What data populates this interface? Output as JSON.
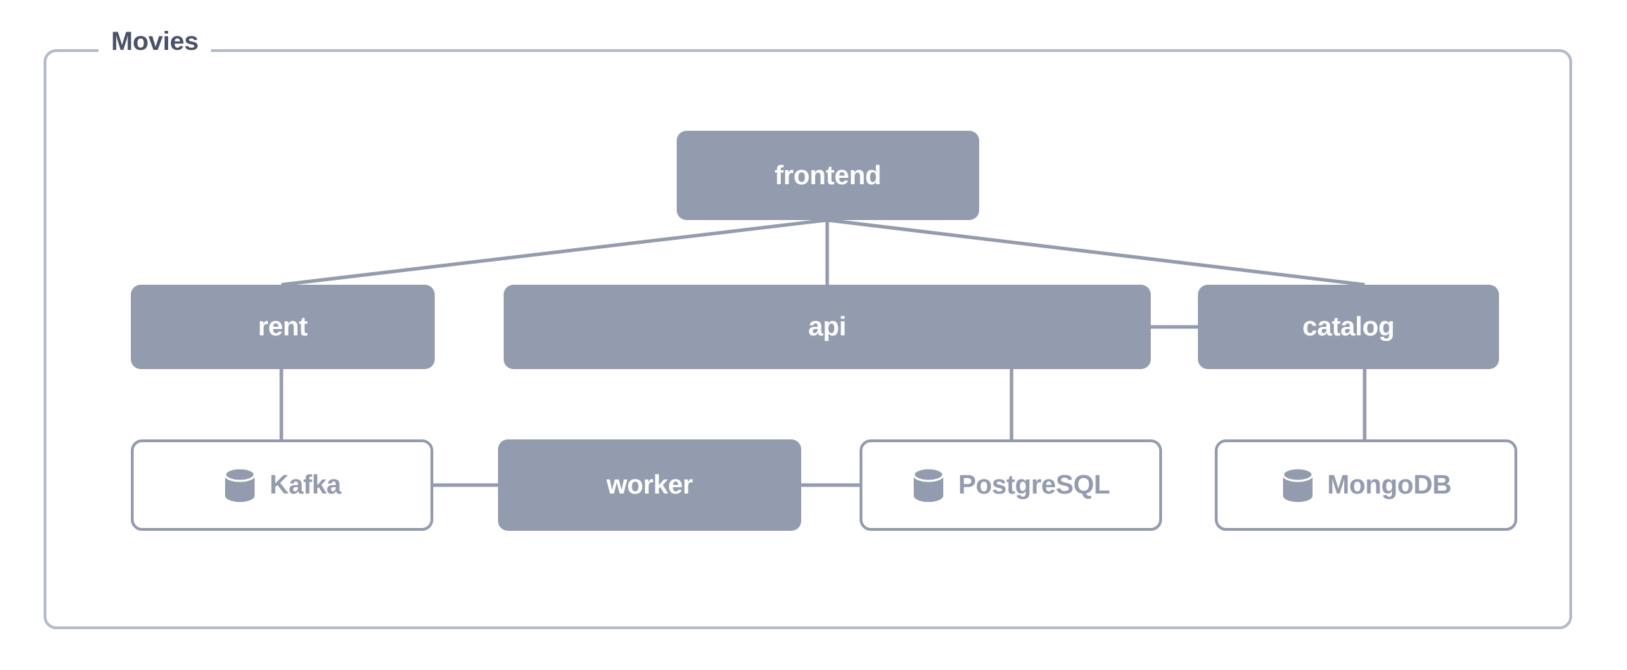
{
  "diagram": {
    "type": "architecture-graph",
    "group": {
      "title": "Movies",
      "border_color": "#b4bacb",
      "title_color": "#4a5168"
    },
    "colors": {
      "service_fill": "#939bae",
      "service_text": "#ffffff",
      "datastore_fill": "#ffffff",
      "datastore_border": "#939bae",
      "datastore_text": "#939bae",
      "edge": "#939bae",
      "background": "#ffffff"
    },
    "nodes": [
      {
        "id": "frontend",
        "label": "frontend",
        "kind": "service",
        "icon": null
      },
      {
        "id": "rent",
        "label": "rent",
        "kind": "service",
        "icon": null
      },
      {
        "id": "api",
        "label": "api",
        "kind": "service",
        "icon": null
      },
      {
        "id": "catalog",
        "label": "catalog",
        "kind": "service",
        "icon": null
      },
      {
        "id": "kafka",
        "label": "Kafka",
        "kind": "datastore",
        "icon": "database-icon"
      },
      {
        "id": "worker",
        "label": "worker",
        "kind": "service",
        "icon": null
      },
      {
        "id": "postgresql",
        "label": "PostgreSQL",
        "kind": "datastore",
        "icon": "database-icon"
      },
      {
        "id": "mongodb",
        "label": "MongoDB",
        "kind": "datastore",
        "icon": "database-icon"
      }
    ],
    "edges": [
      {
        "from": "frontend",
        "to": "rent"
      },
      {
        "from": "frontend",
        "to": "api"
      },
      {
        "from": "frontend",
        "to": "catalog"
      },
      {
        "from": "api",
        "to": "catalog"
      },
      {
        "from": "rent",
        "to": "kafka"
      },
      {
        "from": "api",
        "to": "postgresql"
      },
      {
        "from": "catalog",
        "to": "mongodb"
      },
      {
        "from": "kafka",
        "to": "worker"
      },
      {
        "from": "worker",
        "to": "postgresql"
      }
    ]
  }
}
